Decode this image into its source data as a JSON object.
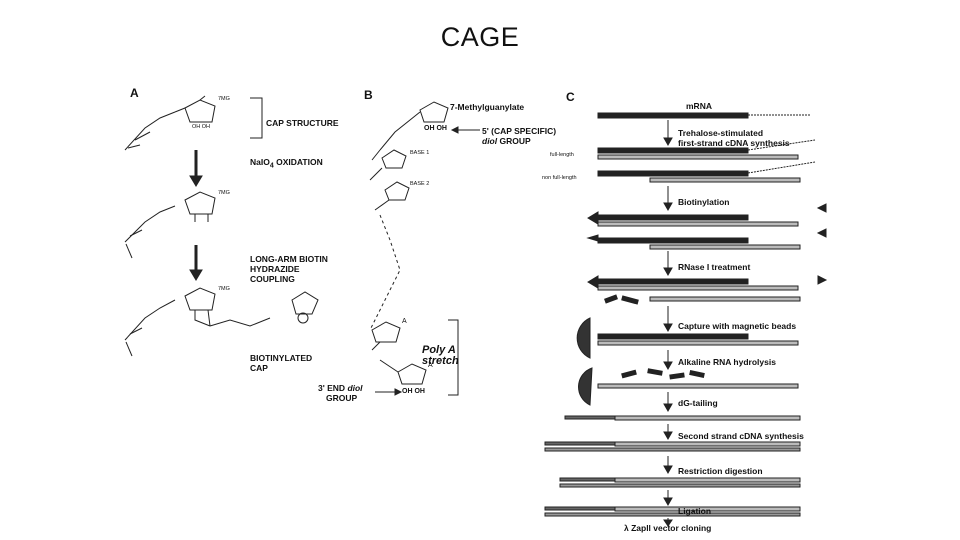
{
  "title": "CAGE",
  "panel_a": {
    "letter": "A",
    "cap_structure": "CAP STRUCTURE",
    "oxidation": "NaIO",
    "oxidation_sub": "4",
    "oxidation_tail": " OXIDATION",
    "coupling_1": "LONG-ARM BIOTIN",
    "coupling_2": "HYDRAZIDE",
    "coupling_3": "COUPLING",
    "biotinylated_1": "BIOTINYLATED",
    "biotinylated_2": "CAP",
    "m7g": "7MG",
    "oh_oh": "OH OH"
  },
  "panel_b": {
    "letter": "B",
    "methylguanylate": "7-Methylguanylate",
    "diol_1": "5' (CAP SPECIFIC)",
    "diol_2": "diol",
    "diol_3": " GROUP",
    "base1": "BASE 1",
    "base2": "BASE 2",
    "poly_a_1": "Poly A",
    "poly_a_2": "stretch",
    "end_diol_1": "3' END",
    "end_diol_2": "diol",
    "end_diol_3": "GROUP",
    "oh_oh": "OH OH",
    "a_label": "A"
  },
  "panel_c": {
    "letter": "C",
    "full_length": "full-length",
    "non_full_length": "non full-length",
    "steps": [
      "mRNA",
      "Trehalose-stimulated",
      "first-strand cDNA synthesis",
      "Biotinylation",
      "RNase I  treatment",
      "Capture with magnetic beads",
      "Alkaline RNA hydrolysis",
      "dG-tailing",
      "Second strand cDNA synthesis",
      "Restriction digestion",
      "Ligation",
      "λ  Zapll vector cloning"
    ]
  }
}
